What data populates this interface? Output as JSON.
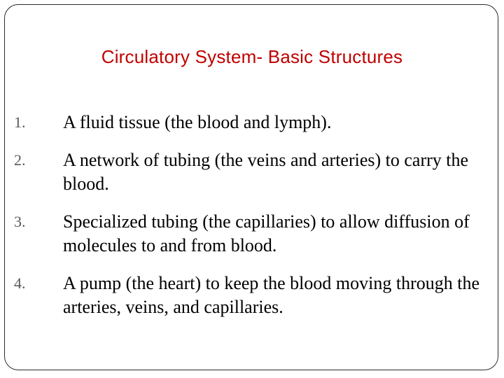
{
  "slide": {
    "title": "Circulatory System- Basic Structures",
    "items": [
      {
        "number": "1.",
        "text": "A fluid tissue (the blood and lymph)."
      },
      {
        "number": "2.",
        "text": "A network of tubing (the veins and arteries) to carry the blood."
      },
      {
        "number": "3.",
        "text": "Specialized tubing (the capillaries) to allow diffusion of molecules to and from blood."
      },
      {
        "number": "4.",
        "text": "A pump (the heart) to keep the blood moving through the arteries, veins, and capillaries."
      }
    ]
  },
  "colors": {
    "title": "#c00000",
    "text": "#000000",
    "number": "#595959",
    "frame": "#2b2b2b"
  }
}
